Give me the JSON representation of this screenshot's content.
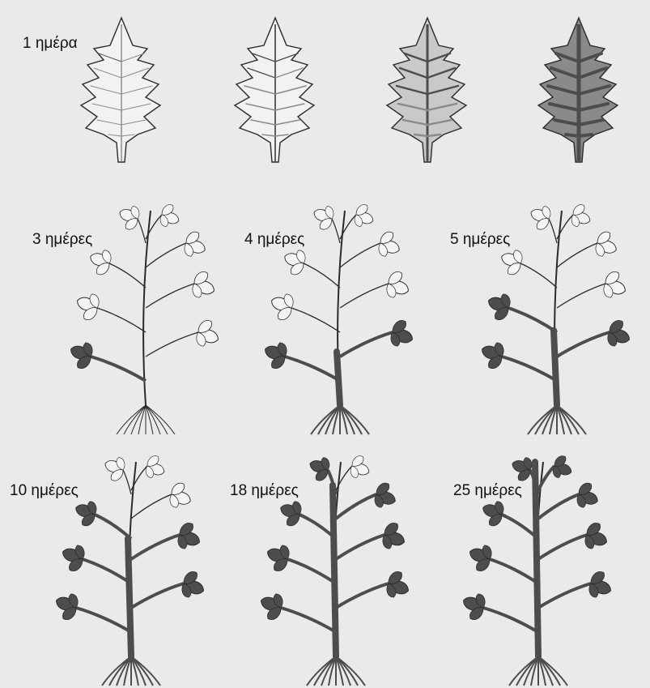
{
  "labels": {
    "day1": "1 ημέρα",
    "day3": "3 ημέρες",
    "day4": "4 ημέρες",
    "day5": "5 ημέρες",
    "day10": "10 ημέρες",
    "day18": "18 ημέρες",
    "day25": "25 ημέρες"
  },
  "colors": {
    "background": "#e9eaec",
    "outline": "#2a2a2a",
    "infected": "#4d4d4d"
  },
  "stages": {
    "leaf_infection_levels": [
      0.05,
      0.2,
      0.5,
      1.0
    ],
    "plant_infection_levels": [
      0.08,
      0.25,
      0.35,
      0.55,
      0.8,
      0.97
    ]
  }
}
